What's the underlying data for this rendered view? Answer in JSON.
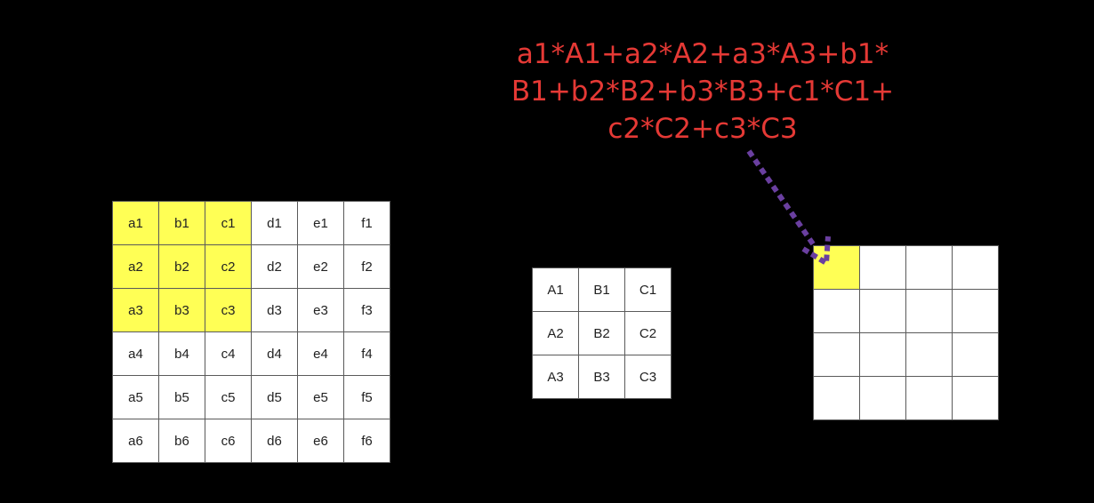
{
  "formula": {
    "line1": "a1*A1+a2*A2+a3*A3+b1*",
    "line2": "B1+b2*B2+b3*B3+c1*C1+",
    "line3": "c2*C2+c3*C3"
  },
  "input_grid": {
    "rows": [
      [
        "a1",
        "b1",
        "c1",
        "d1",
        "e1",
        "f1"
      ],
      [
        "a2",
        "b2",
        "c2",
        "d2",
        "e2",
        "f2"
      ],
      [
        "a3",
        "b3",
        "c3",
        "d3",
        "e3",
        "f3"
      ],
      [
        "a4",
        "b4",
        "c4",
        "d4",
        "e4",
        "f4"
      ],
      [
        "a5",
        "b5",
        "c5",
        "d5",
        "e5",
        "f5"
      ],
      [
        "a6",
        "b6",
        "c6",
        "d6",
        "e6",
        "f6"
      ]
    ],
    "highlight_rows": 3,
    "highlight_cols": 3
  },
  "kernel_grid": {
    "rows": [
      [
        "A1",
        "B1",
        "C1"
      ],
      [
        "A2",
        "B2",
        "C2"
      ],
      [
        "A3",
        "B3",
        "C3"
      ]
    ]
  },
  "output_grid": {
    "row_count": 4,
    "col_count": 4,
    "highlight_row": 0,
    "highlight_col": 0
  },
  "colors": {
    "background": "#000000",
    "formula_text": "#e53935",
    "highlight": "#ffff55",
    "arrow": "#6a3fa0",
    "grid_line": "#5a5a5a",
    "cell_background": "#ffffff"
  },
  "icons": {
    "arrow": "dotted-arrow-icon"
  }
}
